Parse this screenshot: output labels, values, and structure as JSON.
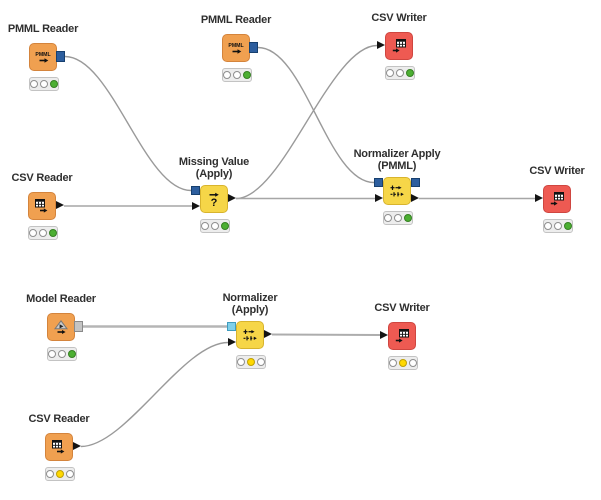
{
  "workflow": {
    "tool": "node workflow editor",
    "status_legend": {
      "executed_light": "green",
      "configured_light": "yellow"
    }
  },
  "nodes": [
    {
      "id": "pmml-reader-top-left",
      "label1": "PMML Reader",
      "label2": "",
      "status": "executed"
    },
    {
      "id": "pmml-reader-top-middle",
      "label1": "PMML Reader",
      "label2": "",
      "status": "executed"
    },
    {
      "id": "csv-writer-top-right",
      "label1": "CSV Writer",
      "label2": "",
      "status": "executed"
    },
    {
      "id": "csv-reader-top",
      "label1": "CSV Reader",
      "label2": "",
      "status": "executed"
    },
    {
      "id": "missing-value-apply",
      "label1": "Missing Value",
      "label2": "(Apply)",
      "status": "executed"
    },
    {
      "id": "normalizer-apply-pmml",
      "label1": "Normalizer Apply",
      "label2": "(PMML)",
      "status": "executed"
    },
    {
      "id": "csv-writer-right",
      "label1": "CSV Writer",
      "label2": "",
      "status": "executed"
    },
    {
      "id": "model-reader",
      "label1": "Model Reader",
      "label2": "",
      "status": "executed"
    },
    {
      "id": "normalizer-apply",
      "label1": "Normalizer",
      "label2": "(Apply)",
      "status": "configured"
    },
    {
      "id": "csv-writer-bottom",
      "label1": "CSV Writer",
      "label2": "",
      "status": "configured"
    },
    {
      "id": "csv-reader-bottom",
      "label1": "CSV Reader",
      "label2": "",
      "status": "configured"
    }
  ],
  "connections": [
    {
      "from": "pmml-reader-top-left",
      "to": "missing-value-apply",
      "port_type": "pmml-model"
    },
    {
      "from": "pmml-reader-top-middle",
      "to": "normalizer-apply-pmml",
      "port_type": "pmml-model"
    },
    {
      "from": "csv-reader-top",
      "to": "missing-value-apply",
      "port_type": "data"
    },
    {
      "from": "missing-value-apply",
      "to": "csv-writer-top-right",
      "port_type": "data"
    },
    {
      "from": "missing-value-apply",
      "to": "normalizer-apply-pmml",
      "port_type": "data"
    },
    {
      "from": "normalizer-apply-pmml",
      "to": "csv-writer-right",
      "port_type": "data"
    },
    {
      "from": "model-reader",
      "to": "normalizer-apply",
      "port_type": "model"
    },
    {
      "from": "csv-reader-bottom",
      "to": "normalizer-apply",
      "port_type": "data"
    },
    {
      "from": "normalizer-apply",
      "to": "csv-writer-bottom",
      "port_type": "data"
    }
  ],
  "colors": {
    "reader_node": "#f0a050",
    "apply_node": "#f6d648",
    "writer_node": "#ee5a52",
    "pmml_port": "#2d5e9e",
    "normalizer_model_port": "#7fd0ea",
    "model_port": "#c4c4c4",
    "executed_light": "#4caf32",
    "configured_light": "#ffd800",
    "wire": "#a0a0a0"
  }
}
